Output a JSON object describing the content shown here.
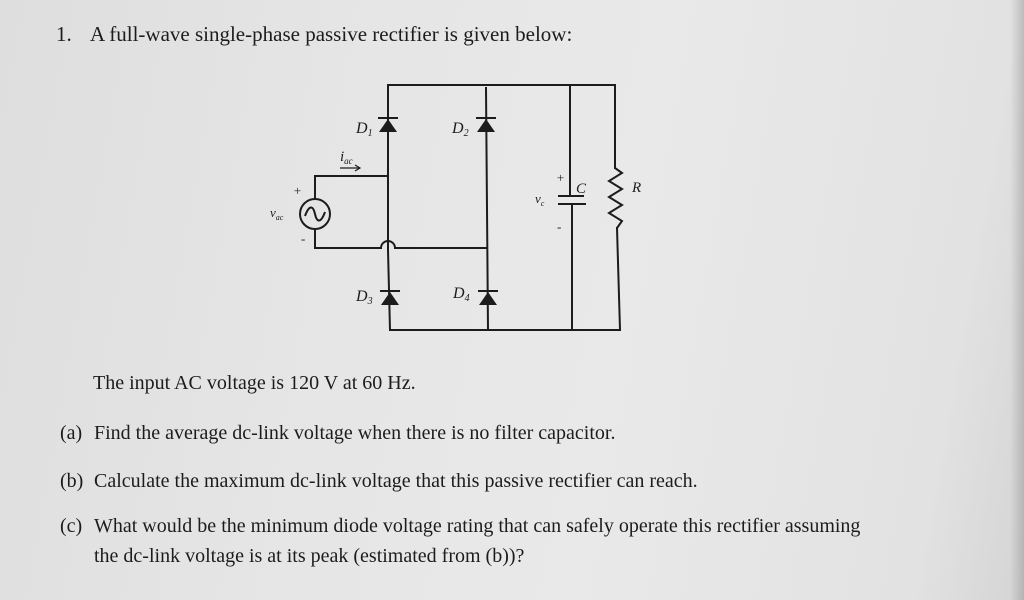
{
  "question": {
    "number": "1.",
    "title": "A full-wave single-phase passive rectifier is given below:"
  },
  "circuit": {
    "labels": {
      "d1": "D",
      "d1_sub": "1",
      "d2": "D",
      "d2_sub": "2",
      "d3": "D",
      "d3_sub": "3",
      "d4": "D",
      "d4_sub": "4",
      "iac": "i",
      "iac_sub": "ac",
      "vac": "v",
      "vac_sub": "ac",
      "vc": "v",
      "vc_sub": "c",
      "cap": "C",
      "res": "R",
      "src_plus": "+",
      "src_minus": "-",
      "cap_plus": "+",
      "cap_minus": "-"
    }
  },
  "intro": "The input AC voltage is 120 V at 60 Hz.",
  "parts": [
    {
      "label": "(a)",
      "text": "Find the average dc-link voltage when there is no filter capacitor."
    },
    {
      "label": "(b)",
      "text": "Calculate the maximum dc-link voltage that this passive rectifier can reach."
    },
    {
      "label": "(c)",
      "line1": "What would be the minimum diode voltage rating that can safely operate this rectifier assuming",
      "line2": "the dc-link voltage is at its peak (estimated from (b))?"
    }
  ]
}
